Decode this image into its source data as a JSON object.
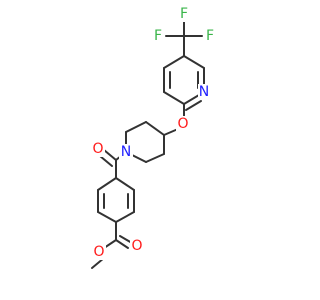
{
  "molecule": {
    "atoms": {
      "f1": "F",
      "f2": "F",
      "f3": "F",
      "n_pyridine": "N",
      "o_ether": "O",
      "o_amide": "O",
      "n_piperidine": "N",
      "o_ester_carbonyl": "O",
      "o_ester": "O"
    },
    "colors": {
      "bond": "#333333",
      "fluorine": "#3ab54a",
      "nitrogen": "#2020ff",
      "oxygen": "#ff1a1a"
    }
  }
}
